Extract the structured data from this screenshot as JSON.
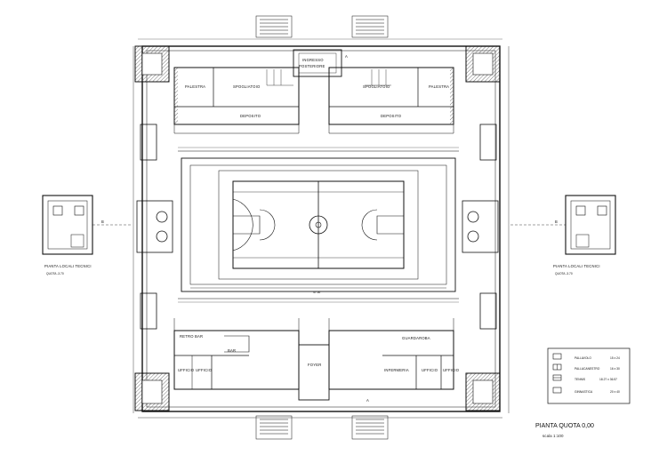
{
  "rooms": {
    "ingresso": "INGRESSO",
    "posteriore": "POSTERIORE",
    "palestra": "PALESTRA",
    "spogliatoio": "SPOGLIATOIO",
    "deposito": "DEPOSITO",
    "retro_bar": "RETRO BAR",
    "bar": "BAR",
    "ufficio": "UFFICIO",
    "foyer": "FOYER",
    "infermeria": "INFERMERIA",
    "guardaroba": "GUARDAROBA"
  },
  "section_marks": {
    "a": "A",
    "b": "B"
  },
  "side_plans": {
    "title": "PIANTA LOCALI TECNICI",
    "level": "QUOTA -3.70"
  },
  "legend": [
    {
      "label": "PALLAVOLO",
      "dims": "15 x 24"
    },
    {
      "label": "PALLACANESTRO",
      "dims": "16 x 30"
    },
    {
      "label": "TENNIS",
      "dims": "18.27 x 36.57"
    },
    {
      "label": "GINNASTICA",
      "dims": "20 x 40"
    }
  ],
  "plan_title": {
    "title": "PIANTA QUOTA 0,00",
    "scale": "scala 1:100"
  },
  "dimensions": {
    "court_length": "47.50"
  },
  "colors": {
    "ink": "#111111",
    "paper": "#ffffff",
    "hatch": "#555555"
  }
}
